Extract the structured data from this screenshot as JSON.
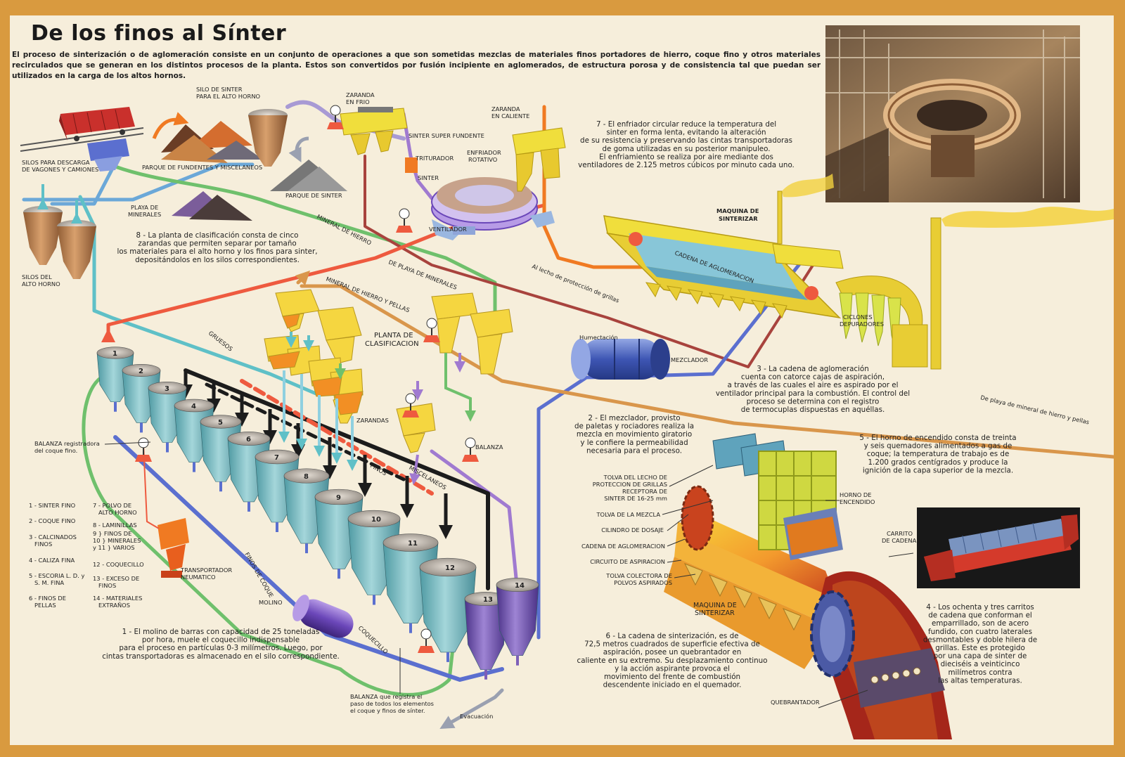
{
  "title": "De los finos al Sínter",
  "intro": "El proceso de sinterización o de aglomeración consiste en un conjunto de operaciones a que son sometidas mezclas de materiales finos portadores de hierro, coque fino y otros materiales recirculados que se generan en los distintos procesos de la planta. Estos son convertidos por fusión incipiente en aglomerados, de estructura porosa y de consistencia tal que puedan ser utilizados en la carga de los altos hornos.",
  "colors": {
    "frame": "#d99a3f",
    "paper": "#f6eedb",
    "yellow_machine": "#f0de3c",
    "silo_teal": "#8fc6cc",
    "silo_purple": "#7d5fb8",
    "path_red": "#ee5a3f",
    "path_orange": "#f07a22",
    "path_blue": "#5b6fcf",
    "path_teal": "#5fc0c7",
    "path_green": "#6fc06c",
    "path_brown": "#a8433d",
    "path_tan": "#d9964b",
    "path_violet": "#a07ad0",
    "path_black": "#1c1c1c"
  },
  "icons": {
    "wagon": "rail-wagon-icon",
    "gauge": "weighing-scale-icon",
    "chimney": "chimney-smoke-icon"
  },
  "labels": {
    "silo_de_sinter": [
      "SILO DE SINTER",
      "PARA EL ALTO HORNO"
    ],
    "zaranda_frio": [
      "ZARANDA",
      "EN FRIO"
    ],
    "zaranda_caliente": [
      "ZARANDA",
      "EN CALIENTE"
    ],
    "sinter_super": "SINTER SUPER FUNDENTE",
    "triturador": "TRITURADOR",
    "enfriador": [
      "ENFRIADOR",
      "ROTATIVO"
    ],
    "sinter": "SINTER",
    "ventilador": "VENTILADOR",
    "silos_descarga": [
      "SILOS PARA DESCARGA",
      "DE VAGONES Y CAMIONES"
    ],
    "parque_fundentes": "PARQUE DE FUNDENTES Y MISCELANEOS",
    "parque_sinter": "PARQUE DE SINTER",
    "playa_minerales": [
      "PLAYA DE",
      "MINERALES"
    ],
    "silos_alto_horno": [
      "SILOS DEL",
      "ALTO HORNO"
    ],
    "mineral_de_hierro": "MINERAL DE HIERRO",
    "de_playa_de_minerales": "DE PLAYA DE MINERALES",
    "mineral_hierro_pellas": "MINERAL DE HIERRO Y PELLAS",
    "al_lecho": "Al lecho de protección de grillas",
    "maquina_top": [
      "MAQUINA DE",
      "SINTERIZAR"
    ],
    "cadena_top": "CADENA DE AGLOMERACION",
    "ciclones": [
      "CICLONES",
      "DEPURADORES"
    ],
    "gruesos": "GRUESOS",
    "planta": [
      "PLANTA DE",
      "CLASIFICACION"
    ],
    "humectacion": "Humectación",
    "mezclador": "MEZCLADOR",
    "zarandas": "ZARANDAS",
    "balanza": "BALANZA",
    "balanza_coque": [
      "BALANZA registradora",
      "del coque fino."
    ],
    "finos": "FINOS",
    "miscelaneos": "MISCELANEOS",
    "transportador": [
      "TRANSPORTADOR",
      "NEUMATICO"
    ],
    "finos_coque": "FINOS DE COQUE",
    "molino": "MOLINO",
    "coquecillo": "COQUECILLO",
    "balanza_registra": [
      "BALANZA que registra el",
      "paso de todos los elementos",
      "el coque y finos de sínter."
    ],
    "evacuacion": "Evacuación",
    "de_playa_pellas": "De playa de mineral de hierro y pellas",
    "tolva_lecho": [
      "TOLVA DEL LECHO DE",
      "PROTECCION DE GRILLAS",
      "RECEPTORA DE",
      "SINTER DE 16-25 mm"
    ],
    "tolva_mezcla": "TOLVA DE LA MEZCLA",
    "cilindro": "CILINDRO DE DOSAJE",
    "cadena_bottom": "CADENA DE AGLOMERACION",
    "circuito": "CIRCUITO DE ASPIRACION",
    "tolva_colectora": [
      "TOLVA COLECTORA DE",
      "POLVOS ASPIRADOS"
    ],
    "horno": [
      "HORNO DE",
      "ENCENDIDO"
    ],
    "carrito": [
      "CARRITO",
      "DE CADENA"
    ],
    "maquina_bottom": [
      "MAQUINA DE",
      "SINTERIZAR"
    ],
    "quebrantador": "QUEBRANTADOR"
  },
  "legend": [
    [
      "1 - SINTER FINO"
    ],
    [
      "2 - COQUE FINO"
    ],
    [
      "3 - CALCINADOS",
      "FINOS"
    ],
    [
      "4 - CALIZA FINA"
    ],
    [
      "5 - ESCORIA L. D. y",
      "S. M. FINA"
    ],
    [
      "6 - FINOS DE",
      "PELLAS"
    ],
    [
      "7 - POLVO DE",
      "ALTO HORNO"
    ],
    [
      "8 - LAMINILLAS"
    ],
    [
      "9 } FINOS DE",
      "10 } MINERALES",
      "y 11 } VARIOS"
    ],
    [
      "12 - COQUECILLO"
    ],
    [
      "13 - EXCESO DE",
      "FINOS"
    ],
    [
      "14 - MATERIALES",
      "EXTRAÑOS"
    ]
  ],
  "silo_numbers": [
    "1",
    "2",
    "3",
    "4",
    "5",
    "6",
    "7",
    "8",
    "9",
    "10",
    "11",
    "12",
    "13",
    "14"
  ],
  "notes": {
    "n1": [
      "1 - El molino de barras con capacidad de 25 toneladas",
      "por hora, muele el coquecillo indispensable",
      "para el proceso en partículas 0-3 milímetros. Luego, por",
      "cintas transportadoras es almacenado en el silo correspondiente."
    ],
    "n2": [
      "2 - El mezclador, provisto",
      "de paletas y rociadores realiza la",
      "mezcla en movimiento giratorio",
      "y le confiere la permeabilidad",
      "necesaria para el proceso."
    ],
    "n3": [
      "3 - La cadena de aglomeración",
      "cuenta con catorce cajas de aspiración,",
      "a través de las cuales el aire es aspirado por el",
      "ventilador principal para la combustión. El control del",
      "proceso se determina con el registro",
      "de termocuplas dispuestas en aquéllas."
    ],
    "n4": [
      "4 - Los ochenta y tres carritos",
      "de cadena que conforman el",
      "emparrillado, son de acero",
      "fundido, con cuatro laterales",
      "desmontables y doble hilera de",
      "grillas. Este es protegido",
      "por una capa de sinter de",
      "dieciséis a veinticinco",
      "milímetros contra",
      "las altas temperaturas."
    ],
    "n5": [
      "5 - El horno de encendido consta de treinta",
      "y seis quemadores alimentados a gas de",
      "coque; la temperatura de trabajo es de",
      "1.200 grados centígrados y produce la",
      "ignición de la capa superior de la mezcla."
    ],
    "n6": [
      "6 - La cadena de sinterización, es de",
      "72,5 metros cuadrados de superficie efectiva de",
      "aspiración, posee un quebrantador en",
      "caliente en su extremo. Su desplazamiento continuo",
      "y la acción aspirante provoca el",
      "movimiento del frente de combustión",
      "descendente iniciado en el quemador."
    ],
    "n7": [
      "7 - El enfriador circular reduce la temperatura del",
      "sinter en forma lenta, evitando la alteración",
      "de su resistencia y preservando las cintas transportadoras",
      "de goma utilizadas en su posterior manipuleo.",
      "El enfriamiento se realiza por aire mediante dos",
      "ventiladores de 2.125 metros cúbicos por minuto cada uno."
    ],
    "n8": [
      "8 - La planta de clasificación consta de cinco",
      "zarandas que permiten separar por tamaño",
      "los materiales para el alto horno y los finos para sinter,",
      "depositándolos en los silos correspondientes."
    ]
  }
}
